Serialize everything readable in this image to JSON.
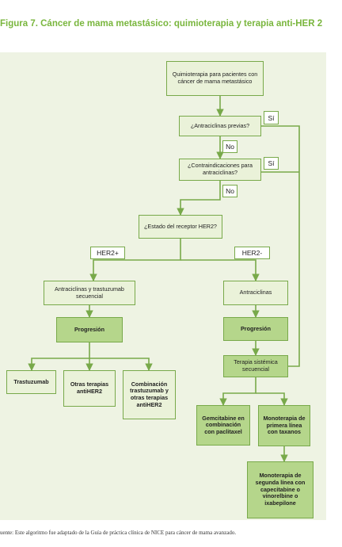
{
  "title": "Figura 7. Cáncer de mama metastásico: quimioterapia y terapia anti-HER 2",
  "nodes": {
    "start": "Quimioterapia para pacientes con cáncer de mama metastásico",
    "q_antraciclinas": "¿Antraciclinas previas?",
    "q_contraindicaciones": "¿Contraindicaciones para antraciclinas?",
    "q_her2": "¿Estado del receptor  HER2?",
    "antra_trastuzumab": "Antraciclinas y trastuzumab secuencial",
    "progresion_left": "Progresión",
    "trastuzumab": "Trastuzumab",
    "otras_terapias": "Otras terapias antiHER2",
    "combinacion": "Combinación trastuzumab y otras terapias antiHER2",
    "antraciclinas": "Antraciclinas",
    "progresion_right": "Progresión",
    "terapia_sistemica": "Terapia sistémica secuencial",
    "gemcitabine": "Gemcitabine en combinación con paclitaxel",
    "monoterapia_1": "Monoterapia de primera línea con taxanos",
    "monoterapia_2": "Monoterapia de segunda línea con capecitabine o vinorelbine o ixabepilone"
  },
  "labels": {
    "si_1": "Sí",
    "no_1": "No",
    "si_2": "Sí",
    "no_2": "No",
    "her2_pos": "HER2+",
    "her2_neg": "HER2-"
  },
  "footer": "uente: Este algoritmo fue adaptado de la Guía de práctica clínica de NICE para cáncer de mama avanzado.",
  "colors": {
    "title": "#79b63d",
    "panel_bg": "#eef3e3",
    "line": "#78a94a",
    "decision_fill": "#eaf2d9",
    "action_fill": "#b5d68b"
  }
}
